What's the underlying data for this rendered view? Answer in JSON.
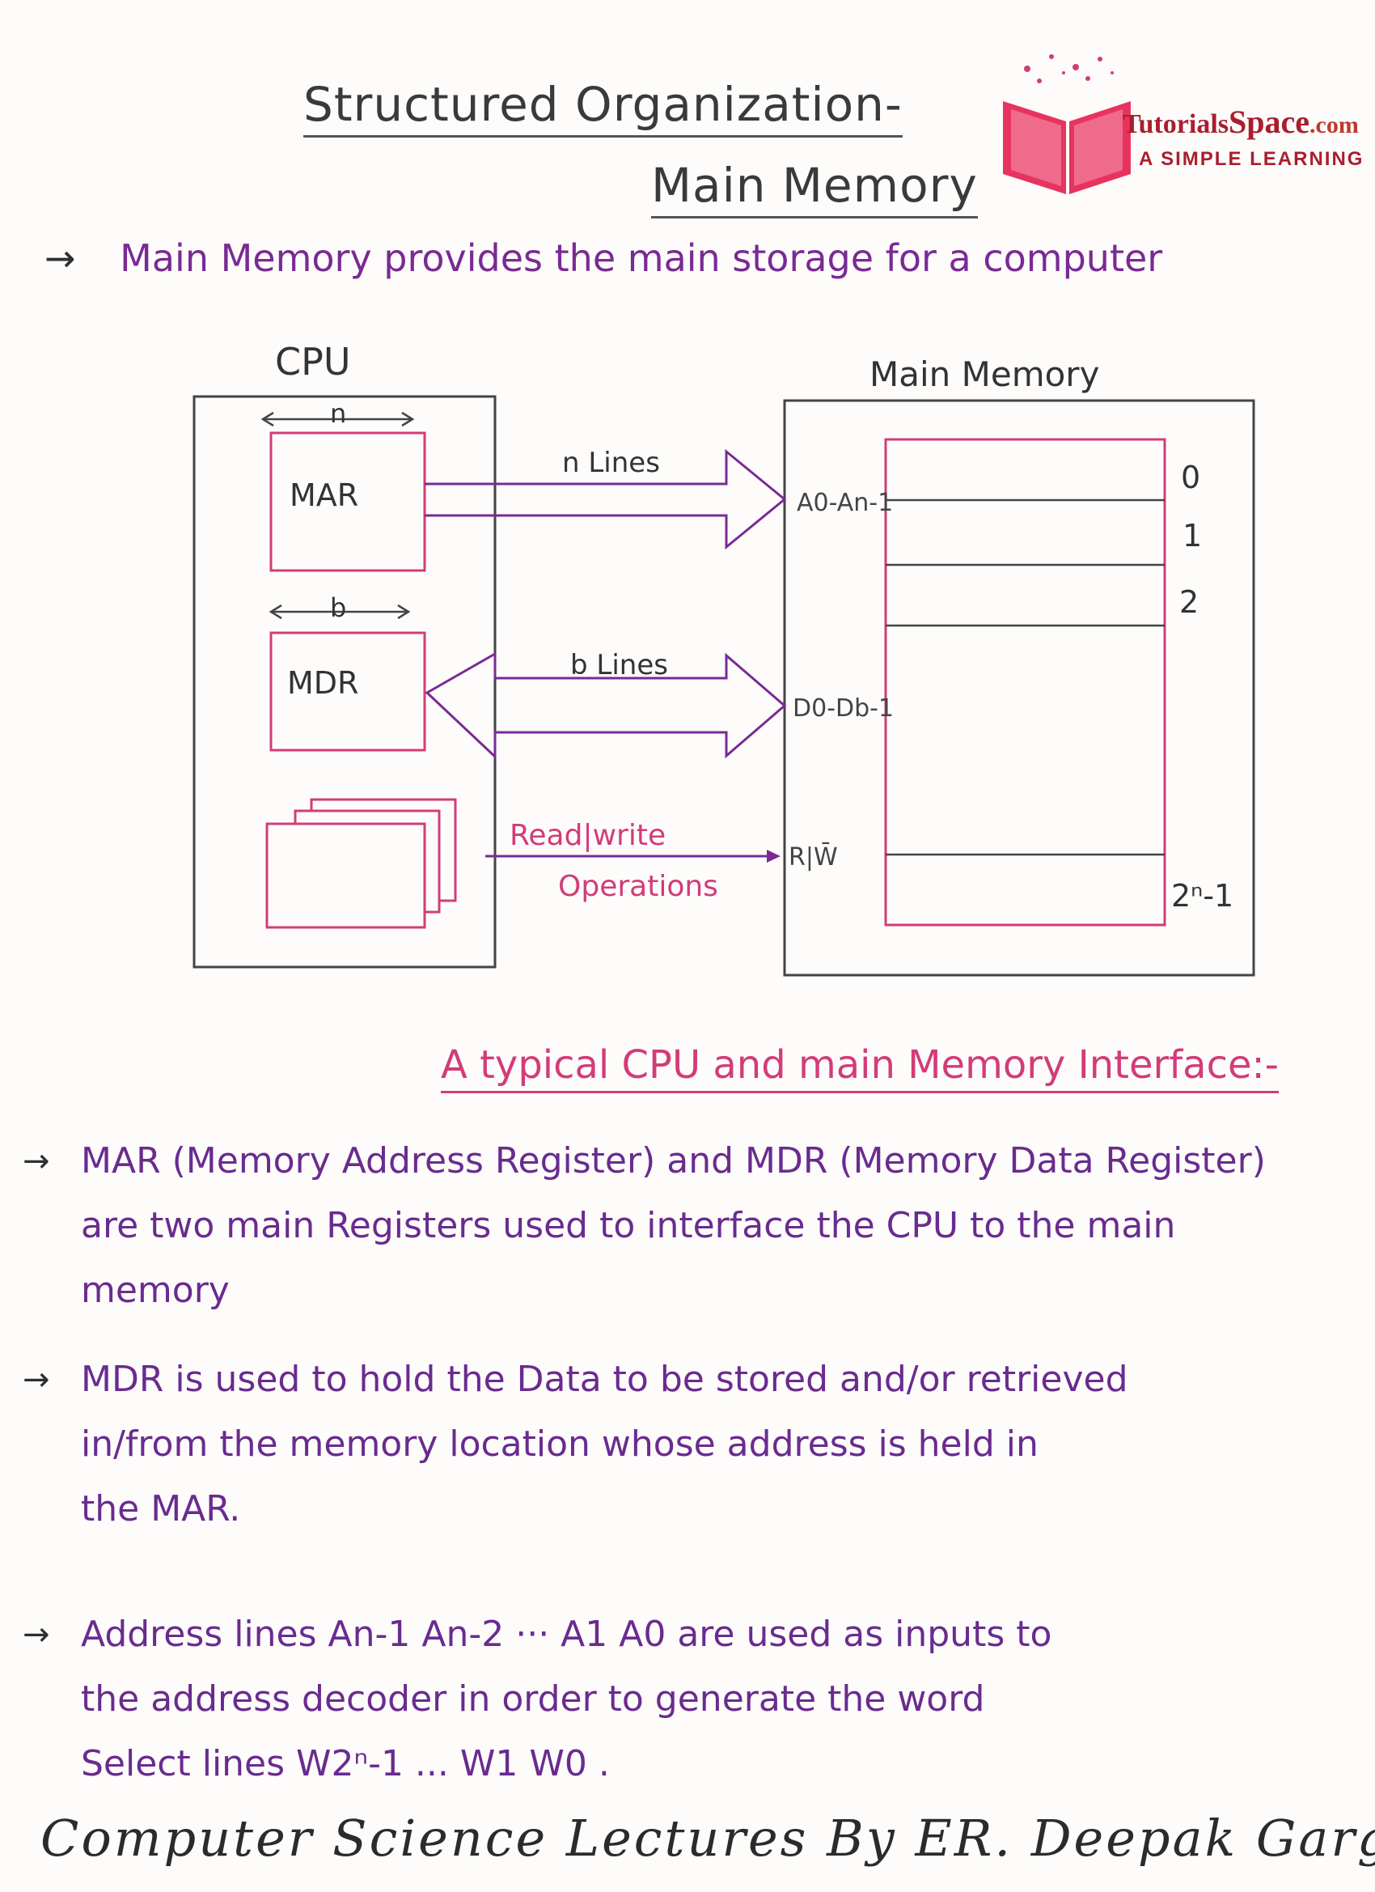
{
  "header": {
    "title_line1": "Structured Organization-",
    "title_line2": "Main Memory"
  },
  "logo": {
    "name_part1": "Tutorials",
    "name_part2": "Space",
    "name_part3": ".com",
    "tagline": "A SIMPLE LEARNING",
    "colors": {
      "book": "#e8335f",
      "text": "#a91e2e"
    }
  },
  "intro": {
    "arrow": "→",
    "text": "Main Memory provides the main storage for a computer"
  },
  "diagram": {
    "cpu_label": "CPU",
    "memory_label": "Main Memory",
    "mar_width_label": "n",
    "mar_label": "MAR",
    "mdr_width_label": "b",
    "mdr_label": "MDR",
    "address_lines_label": "n Lines",
    "data_lines_label": "b Lines",
    "rw_label_line1": "Read|write",
    "rw_label_line2": "Operations",
    "address_pins": "A0-An-1",
    "data_pins": "D0-Db-1",
    "rw_pin": "R|W̄",
    "word_indices": [
      "0",
      "1",
      "2",
      "2ⁿ-1"
    ],
    "caption": "A typical CPU and main Memory Interface:-"
  },
  "notes": [
    {
      "arrow": "→",
      "lines": [
        "MAR (Memory Address Register) and MDR (Memory Data Register)",
        "are two main Registers used to interface the CPU to the main",
        "memory"
      ]
    },
    {
      "arrow": "→",
      "lines": [
        "MDR is used to hold the Data to be stored and/or retrieved",
        "in/from the memory location whose address is held in",
        "the MAR."
      ]
    },
    {
      "arrow": "→",
      "lines": [
        "Address lines An-1 An-2 ··· A1 A0 are used as inputs to",
        "the address decoder in order to generate the word",
        "Select lines W2ⁿ-1 ... W1 W0 ."
      ]
    }
  ],
  "footer": {
    "text": "Computer Science Lectures By ER. Deepak Garg"
  },
  "colors": {
    "pink": "#d23c78",
    "purple": "#7a2a94",
    "dark": "#2f2f2f",
    "paper": "#fdfcfb"
  }
}
